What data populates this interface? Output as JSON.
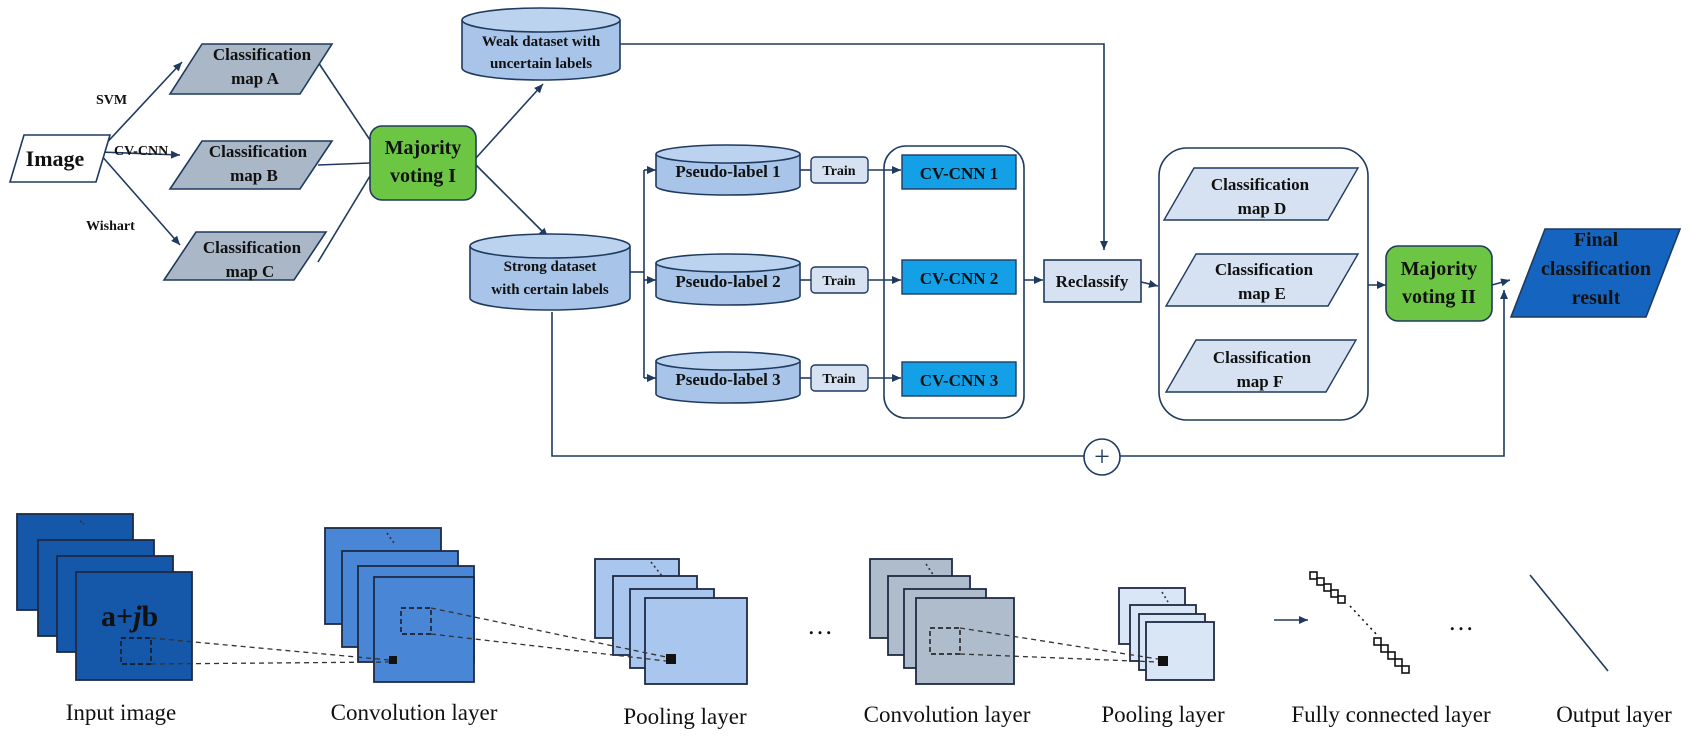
{
  "colors": {
    "line": "#1f3a5f",
    "gray_map": "#a9b7c6",
    "green": "#6cc644",
    "cylinder": "#a8c4e8",
    "cnn_cyan": "#14a0e6",
    "light_map": "#d6e2f2",
    "final": "#1565c0",
    "layer_dark": "#1557a8",
    "layer_mid": "#4a86d6",
    "layer_light": "#a9c6ee",
    "layer_gray": "#aebccc",
    "layer_pale": "#d8e6f6"
  },
  "top": {
    "image_label": "Image",
    "edge_labels": {
      "svm": "SVM",
      "cvcnn": "CV-CNN",
      "wishart": "Wishart"
    },
    "maps_abc": [
      {
        "line1": "Classification",
        "line2": "map A"
      },
      {
        "line1": "Classification",
        "line2": "map B"
      },
      {
        "line1": "Classification",
        "line2": "map C"
      }
    ],
    "voting1": {
      "line1": "Majority",
      "line2": "voting I"
    },
    "weak": {
      "line1": "Weak dataset with",
      "line2": "uncertain labels"
    },
    "strong": {
      "line1": "Strong dataset",
      "line2": "with certain labels"
    },
    "pseudo": [
      "Pseudo-label 1",
      "Pseudo-label 2",
      "Pseudo-label 3"
    ],
    "train": "Train",
    "cnns": [
      "CV-CNN 1",
      "CV-CNN 2",
      "CV-CNN 3"
    ],
    "reclassify": "Reclassify",
    "maps_def": [
      {
        "line1": "Classification",
        "line2": "map D"
      },
      {
        "line1": "Classification",
        "line2": "map E"
      },
      {
        "line1": "Classification",
        "line2": "map F"
      }
    ],
    "voting2": {
      "line1": "Majority",
      "line2": "voting II"
    },
    "final": {
      "line1": "Final",
      "line2": "classification",
      "line3": "result"
    },
    "plus": "+"
  },
  "bottom": {
    "input_symbol_a": "a+",
    "input_symbol_j": "j",
    "input_symbol_b": "b",
    "ellipsis": "…",
    "layer_labels": [
      "Input image",
      "Convolution layer",
      "Pooling layer",
      "Convolution layer",
      "Pooling layer",
      "Fully connected layer",
      "Output layer"
    ]
  }
}
